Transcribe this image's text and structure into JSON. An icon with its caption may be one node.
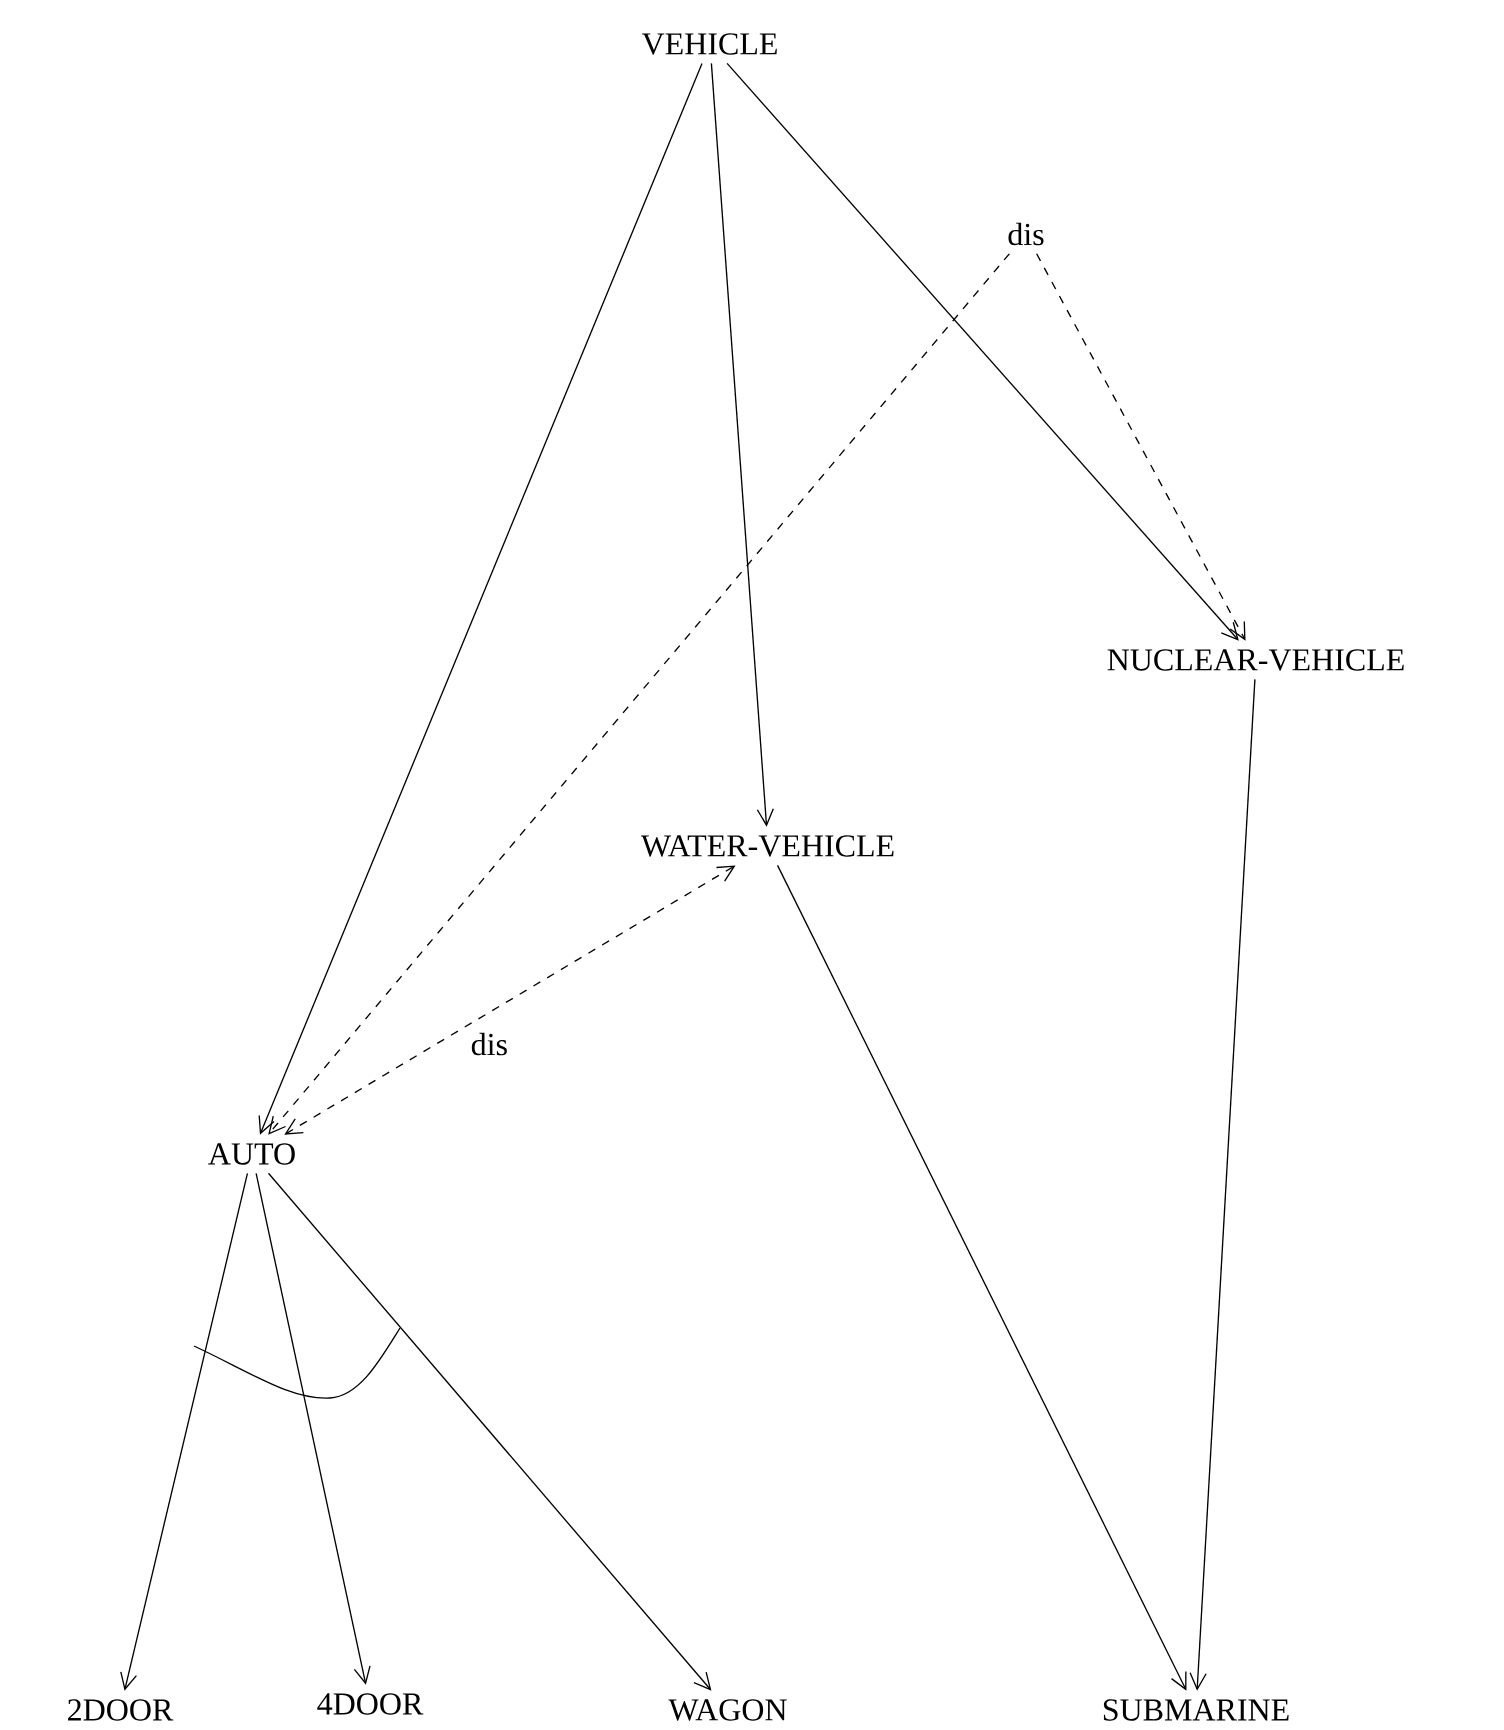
{
  "diagram": {
    "nodes": [
      {
        "text": [
          "VEHICLE"
        ]
      },
      {
        "text": [
          "dis"
        ]
      },
      {
        "text": [
          "NUCLEAR-VEHICLE"
        ]
      },
      {
        "text": [
          "WATER-VEHICLE"
        ]
      },
      {
        "text": [
          "AUTO"
        ]
      },
      {
        "text": [
          "2DOOR"
        ]
      },
      {
        "text": [
          "4DOOR"
        ]
      },
      {
        "text": [
          "WAGON"
        ]
      },
      {
        "text": [
          "SUBMARINE"
        ]
      }
    ],
    "edges": [
      {
        "from": 0,
        "to": 4,
        "arrow": "to"
      },
      {
        "from": 0,
        "to": 3,
        "arrow": "to"
      },
      {
        "from": 0,
        "to": 2,
        "arrow": "to"
      },
      {
        "from": 1,
        "to": 4,
        "arrow": "to",
        "style": "dashed"
      },
      {
        "from": 1,
        "to": 2,
        "arrow": "to",
        "style": "dashed"
      },
      {
        "from": 4,
        "to": 3,
        "arrow": "both",
        "style": "dashed",
        "label": "dis"
      },
      {
        "from": 4,
        "to": 5,
        "arrow": "to"
      },
      {
        "from": 4,
        "to": 6,
        "arrow": "to"
      },
      {
        "from": 4,
        "to": 7,
        "arrow": "to"
      },
      {
        "from": 3,
        "to": 8,
        "arrow": "to"
      },
      {
        "from": 2,
        "to": 8,
        "arrow": "to"
      }
    ]
  }
}
